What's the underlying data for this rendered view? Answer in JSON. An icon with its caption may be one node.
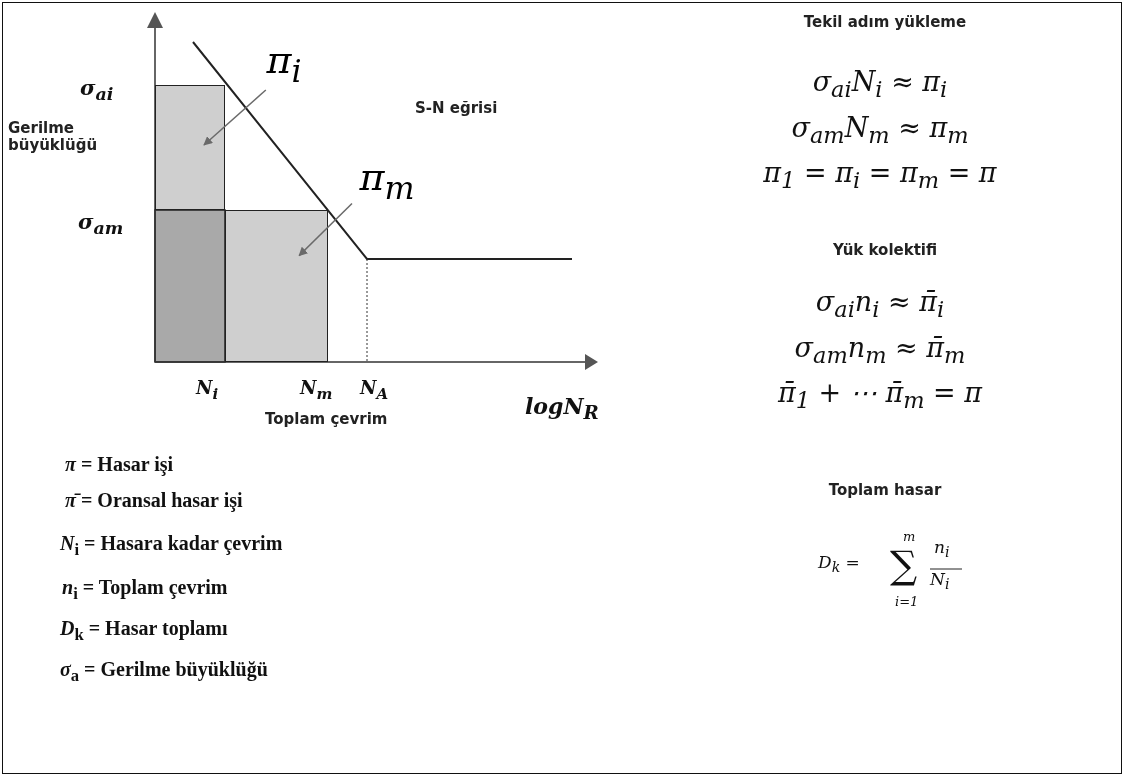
{
  "diagram": {
    "nodes": [
      {
        "text": [
          "π$_{i}$"
        ]
      },
      {
        "text": [],
        "shape": "box"
      },
      {
        "text": [
          "π$_{m}$"
        ]
      },
      {
        "text": [],
        "shape": "box"
      }
    ],
    "edges": [
      {
        "from": 0,
        "to": 1,
        "arrow": "to"
      },
      {
        "from": 2,
        "to": 3,
        "arrow": "to"
      }
    ],
    "labels": [
      "σ$_{ai}$",
      "Gerilme büyüklüğü",
      "σ$_{am}$",
      "S-N eğrisi",
      "N$_{i}$",
      "N$_{m}$",
      "N$_{A}$",
      "Toplam çevrim",
      "logN$_{R}$",
      "Tekil adım yükleme",
      "σ$_{ai}$N$_{i}$ ≈ π$_{i}$",
      "σ$_{am}$N$_{m}$ ≈ π$_{m}$",
      "π$_{1}$ = π$_{i}$ = π$_{m}$ = π",
      "Yük kolektifi",
      "σ$_{ai}$n$_{i}$ ≈ π̄$_{i}$",
      "σ$_{am}$n$_{m}$ ≈ π̄$_{m}$",
      "π̄$_{1}$ + ⋯ π̄$_{m}$ = π",
      "Toplam hasar",
      "D$_{k}$ =",
      "m",
      "∑",
      "i=1",
      "n$_{i}$",
      "N$_{i}$",
      "*π* = Hasar işi",
      "*π̄* = Oransal hasar işi",
      "*N*$_{i}$ = Hasara kadar çevrim",
      "*n*$_{i}$ = Toplam çevrim",
      "*D*$_{k}$ = Hasar toplamı",
      "*σ*$_{a}$ = Gerilme büyüklüğü"
    ]
  }
}
